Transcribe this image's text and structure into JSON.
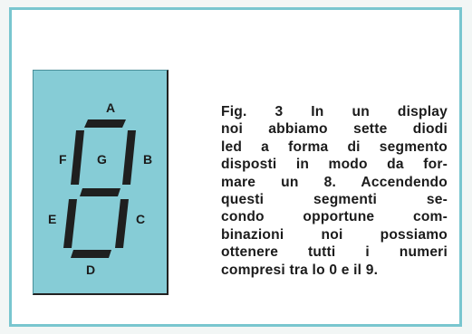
{
  "colors": {
    "frame_border": "#79c6cf",
    "panel_background": "#86ccd6",
    "segment_fill": "#1f1f1f",
    "text": "#1b1b1b"
  },
  "display": {
    "segments": {
      "a": "A",
      "b": "B",
      "c": "C",
      "d": "D",
      "e": "E",
      "f": "F",
      "g": "G"
    }
  },
  "caption": {
    "lines": [
      "Fig.  3  In  un  display",
      "noi abbiamo sette diodi",
      "led a forma di segmento",
      "disposti in modo da for-",
      "mare un 8. Accendendo",
      "questi  segmenti  se-",
      "condo opportune com-",
      "binazioni noi possiamo",
      "ottenere tutti i numeri",
      "compresi tra lo 0 e il 9."
    ]
  }
}
